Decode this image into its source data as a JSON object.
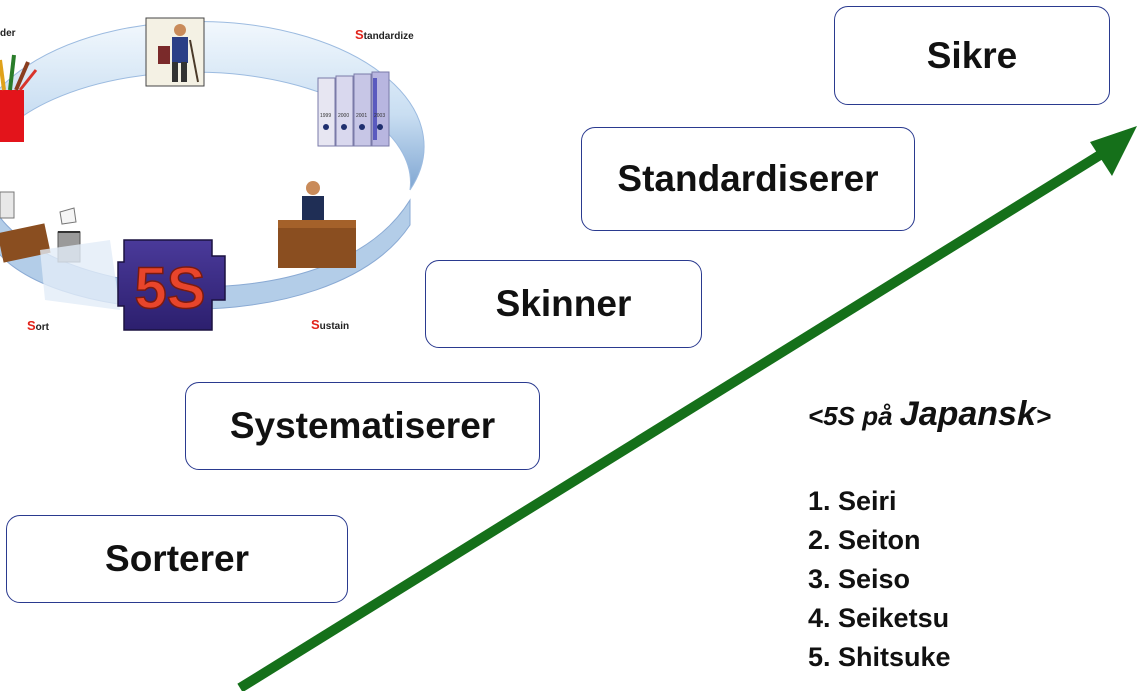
{
  "cycle": {
    "labels": {
      "sort": {
        "first": "S",
        "rest": "ort"
      },
      "order": {
        "first": "",
        "rest": "der"
      },
      "standardize": {
        "first": "S",
        "rest": "tandardize"
      },
      "sustain": {
        "first": "S",
        "rest": "ustain"
      }
    },
    "center_badge": "5S",
    "binder_years": [
      "1999",
      "2000",
      "2001",
      "2003"
    ]
  },
  "steps": {
    "sort": "Sorterer",
    "systematize": "Systematiserer",
    "shine": "Skinner",
    "standardize": "Standardiserer",
    "sustain": "Sikre"
  },
  "japanese": {
    "title_prefix": "<5S på ",
    "title_main": "Japansk",
    "title_suffix": ">",
    "items": [
      "1. Seiri",
      "2. Seiton",
      "3. Seiso",
      "4. Seiketsu",
      "5. Shitsuke"
    ]
  },
  "colors": {
    "arrow": "#15701a",
    "box_border": "#2a3a8f",
    "ring_light": "#eaf4fc",
    "ring_dark": "#8fb3d9",
    "accent_red": "#e2231a"
  }
}
